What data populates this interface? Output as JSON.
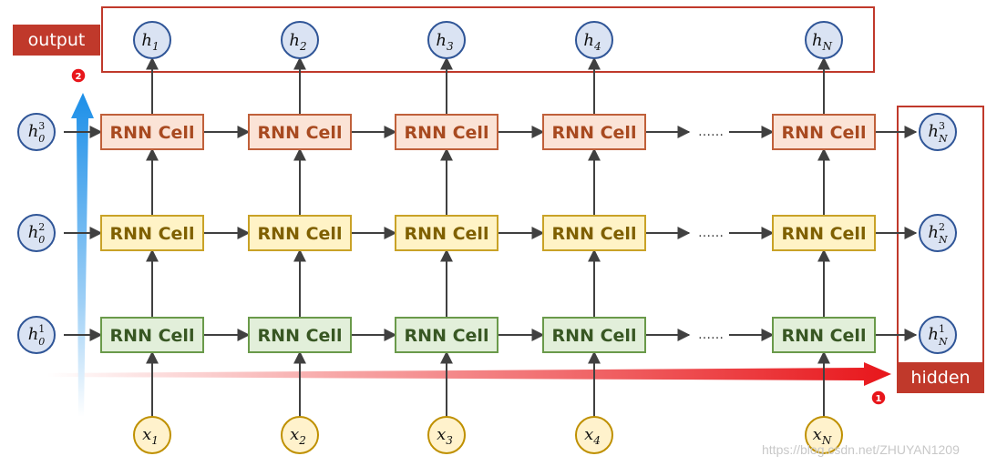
{
  "labels": {
    "output": "output",
    "hidden": "hidden",
    "step_one": "1",
    "step_two": "2",
    "ellipsis": "……",
    "watermark": "https://blog.csdn.net/ZHUYAN1209"
  },
  "cell_label": "RNN Cell",
  "columns": [
    "1",
    "2",
    "3",
    "4",
    "N"
  ],
  "layers": [
    "3",
    "2",
    "1"
  ],
  "symbols": {
    "output": "h",
    "input": "x",
    "initial_hidden": "h",
    "initial_sub": "0",
    "final_hidden": "h",
    "final_sub": "N"
  },
  "colors": {
    "layer3_fill": "#fbe3d6",
    "layer3_stroke": "#c0603a",
    "layer3_text": "#a84a20",
    "layer2_fill": "#fff3c6",
    "layer2_stroke": "#c9a227",
    "layer2_text": "#7f6000",
    "layer1_fill": "#e2efda",
    "layer1_stroke": "#6a9a4a",
    "layer1_text": "#385723",
    "node_fill": "#dae3f3",
    "node_stroke": "#2f5597",
    "input_fill": "#fff2cc",
    "input_stroke": "#bf9000",
    "frame": "#c0392b",
    "badge": "#c0392b",
    "time_arrow": "#e8161b",
    "layer_arrow": "#1c8fe8"
  }
}
